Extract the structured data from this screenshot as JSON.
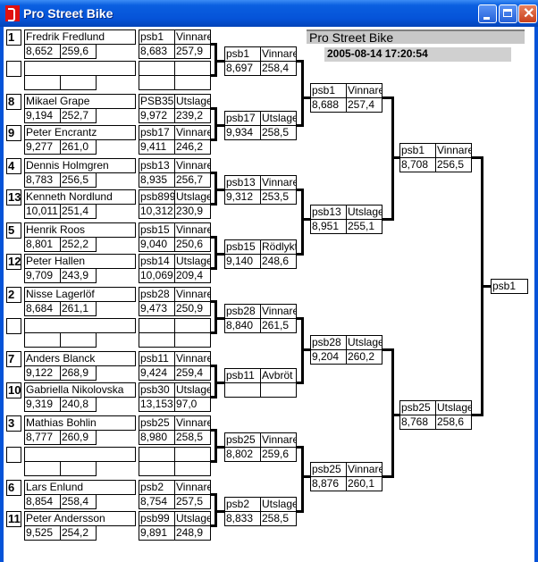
{
  "window": {
    "title": "Pro Street Bike"
  },
  "header": {
    "title": "Pro Street Bike",
    "datetime": "2005-08-14 17:20:54"
  },
  "entrants": [
    {
      "seed": "1",
      "name": "Fredrik Fredlund",
      "time": "8,652",
      "speed": "259,6"
    },
    {
      "seed": "",
      "name": "",
      "time": "",
      "speed": ""
    },
    {
      "seed": "8",
      "name": "Mikael Grape",
      "time": "9,194",
      "speed": "252,7"
    },
    {
      "seed": "9",
      "name": "Peter Encrantz",
      "time": "9,277",
      "speed": "261,0"
    },
    {
      "seed": "4",
      "name": "Dennis Holmgren",
      "time": "8,783",
      "speed": "256,5"
    },
    {
      "seed": "13",
      "name": "Kenneth Nordlund",
      "time": "10,011",
      "speed": "251,4"
    },
    {
      "seed": "5",
      "name": "Henrik  Roos",
      "time": "8,801",
      "speed": "252,2"
    },
    {
      "seed": "12",
      "name": "Peter  Hallen",
      "time": "9,709",
      "speed": "243,9"
    },
    {
      "seed": "2",
      "name": "Nisse Lagerlöf",
      "time": "8,684",
      "speed": "261,1"
    },
    {
      "seed": "",
      "name": "",
      "time": "",
      "speed": ""
    },
    {
      "seed": "7",
      "name": "Anders Blanck",
      "time": "9,122",
      "speed": "268,9"
    },
    {
      "seed": "10",
      "name": "Gabriella Nikolovska",
      "time": "9,319",
      "speed": "240,8"
    },
    {
      "seed": "3",
      "name": "Mathias Bohlin",
      "time": "8,777",
      "speed": "260,9"
    },
    {
      "seed": "",
      "name": "",
      "time": "",
      "speed": ""
    },
    {
      "seed": "6",
      "name": "Lars Enlund",
      "time": "8,854",
      "speed": "258,4"
    },
    {
      "seed": "11",
      "name": "Peter Andersson",
      "time": "9,525",
      "speed": "254,2"
    }
  ],
  "round1": [
    {
      "bike": "psb1",
      "status": "Vinnare",
      "time": "8,683",
      "speed": "257,9"
    },
    {
      "bike": "",
      "status": "",
      "time": "",
      "speed": ""
    },
    {
      "bike": "PSB35",
      "status": "Utslagen",
      "time": "9,972",
      "speed": "239,2"
    },
    {
      "bike": "psb17",
      "status": "Vinnare",
      "time": "9,411",
      "speed": "246,2"
    },
    {
      "bike": "psb13",
      "status": "Vinnare",
      "time": "8,935",
      "speed": "256,7"
    },
    {
      "bike": "psb899",
      "status": "Utslagen",
      "time": "10,312",
      "speed": "230,9"
    },
    {
      "bike": "psb15",
      "status": "Vinnare",
      "time": "9,040",
      "speed": "250,6"
    },
    {
      "bike": "psb14",
      "status": "Utslagen",
      "time": "10,069",
      "speed": "209,4"
    },
    {
      "bike": "psb28",
      "status": "Vinnare",
      "time": "9,473",
      "speed": "250,9"
    },
    {
      "bike": "",
      "status": "",
      "time": "",
      "speed": ""
    },
    {
      "bike": "psb11",
      "status": "Vinnare",
      "time": "9,424",
      "speed": "259,4"
    },
    {
      "bike": "psb30",
      "status": "Utslagen",
      "time": "13,153",
      "speed": "97,0"
    },
    {
      "bike": "psb25",
      "status": "Vinnare",
      "time": "8,980",
      "speed": "258,5"
    },
    {
      "bike": "",
      "status": "",
      "time": "",
      "speed": ""
    },
    {
      "bike": "psb2",
      "status": "Vinnare",
      "time": "8,754",
      "speed": "257,5"
    },
    {
      "bike": "psb99",
      "status": "Utslagen",
      "time": "9,891",
      "speed": "248,9"
    }
  ],
  "round2": [
    {
      "bike": "psb1",
      "status": "Vinnare",
      "time": "8,697",
      "speed": "258,4"
    },
    {
      "bike": "psb17",
      "status": "Utslagen",
      "time": "9,934",
      "speed": "258,5"
    },
    {
      "bike": "psb13",
      "status": "Vinnare",
      "time": "9,312",
      "speed": "253,5"
    },
    {
      "bike": "psb15",
      "status": "Rödlyktan",
      "time": "9,140",
      "speed": "248,6"
    },
    {
      "bike": "psb28",
      "status": "Vinnare",
      "time": "8,840",
      "speed": "261,5"
    },
    {
      "bike": "psb11",
      "status": "Avbröt",
      "time": "",
      "speed": ""
    },
    {
      "bike": "psb25",
      "status": "Vinnare",
      "time": "8,802",
      "speed": "259,6"
    },
    {
      "bike": "psb2",
      "status": "Utslagen",
      "time": "8,833",
      "speed": "258,5"
    }
  ],
  "round3": [
    {
      "bike": "psb1",
      "status": "Vinnare",
      "time": "8,688",
      "speed": "257,4"
    },
    {
      "bike": "psb13",
      "status": "Utslagen",
      "time": "8,951",
      "speed": "255,1"
    },
    {
      "bike": "psb28",
      "status": "Utslagen",
      "time": "9,204",
      "speed": "260,2"
    },
    {
      "bike": "psb25",
      "status": "Vinnare",
      "time": "8,876",
      "speed": "260,1"
    }
  ],
  "round4": [
    {
      "bike": "psb1",
      "status": "Vinnare",
      "time": "8,708",
      "speed": "256,5"
    },
    {
      "bike": "psb25",
      "status": "Utslagen",
      "time": "8,768",
      "speed": "258,6"
    }
  ],
  "final": {
    "winner": "psb1"
  }
}
